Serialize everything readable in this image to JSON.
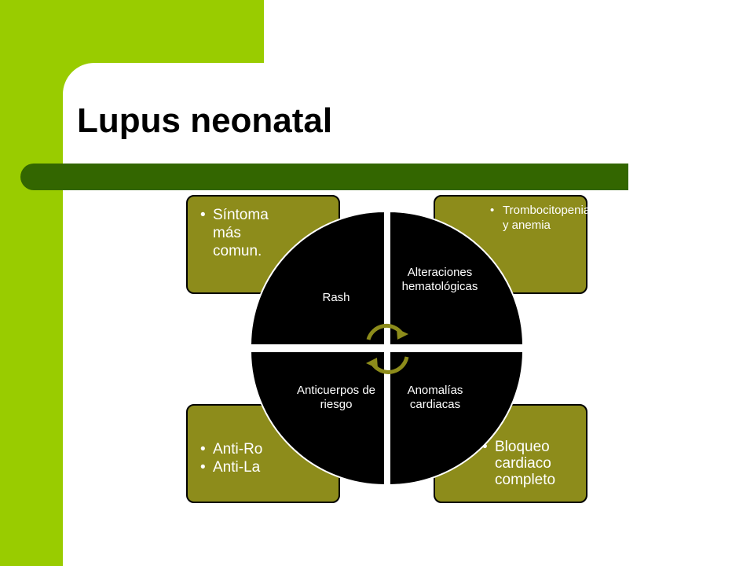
{
  "slide": {
    "title": "Lupus neonatal",
    "colors": {
      "side_green": "#99cc00",
      "rule_green": "#336600",
      "box_olive": "#8d8c1b",
      "segment": "#000000",
      "arrows": "#8d8c1b"
    },
    "boxes": {
      "top_left": [
        "Síntoma más comun."
      ],
      "top_right": [
        "Trombocitopenia y anemia"
      ],
      "bottom_left": [
        "Anti-Ro",
        "Anti-La"
      ],
      "bottom_right": [
        "Bloqueo cardiaco completo"
      ]
    },
    "segments": {
      "top_left": "Rash",
      "top_right": "Alteraciones hematológicas",
      "bottom_left": "Anticuerpos de riesgo",
      "bottom_right": "Anomalías cardiacas"
    },
    "icons": [
      "cycle-arrows-icon"
    ]
  }
}
